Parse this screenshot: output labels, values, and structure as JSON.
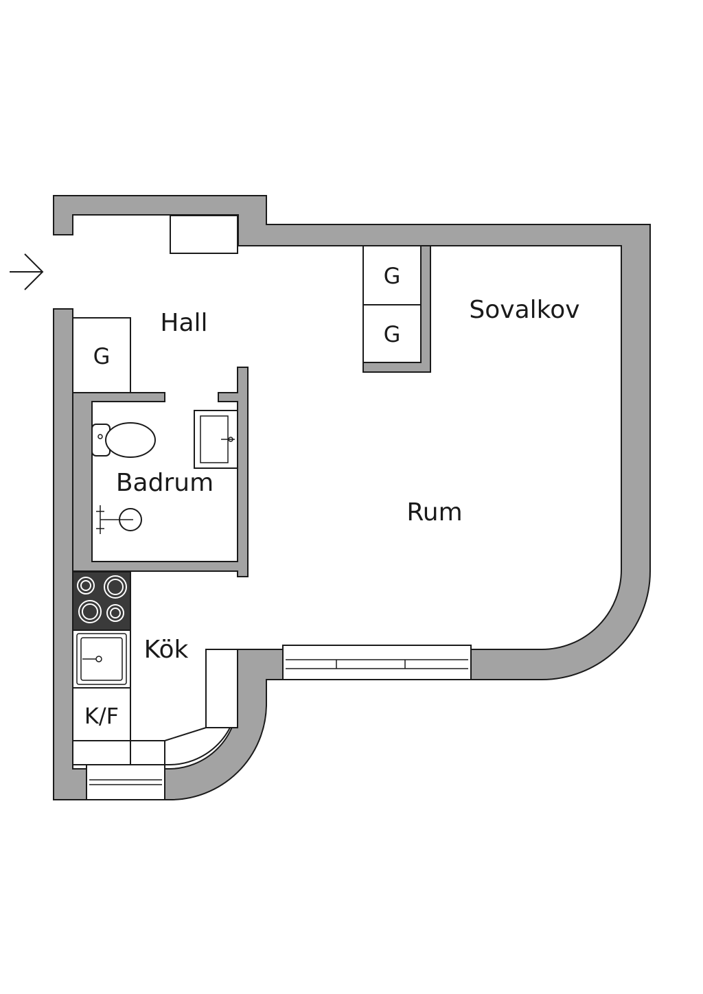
{
  "colors": {
    "wall": "#a3a3a3",
    "stove": "#3a3a3a",
    "line": "#1a1a1a",
    "background": "#ffffff"
  },
  "entrance": {
    "icon": "arrow-right-icon"
  },
  "rooms": {
    "hall": "Hall",
    "sovalkov": "Sovalkov",
    "badrum": "Badrum",
    "rum": "Rum",
    "kok": "Kök"
  },
  "closets": {
    "label": "G"
  },
  "kitchen": {
    "fridge_label": "K/F"
  }
}
